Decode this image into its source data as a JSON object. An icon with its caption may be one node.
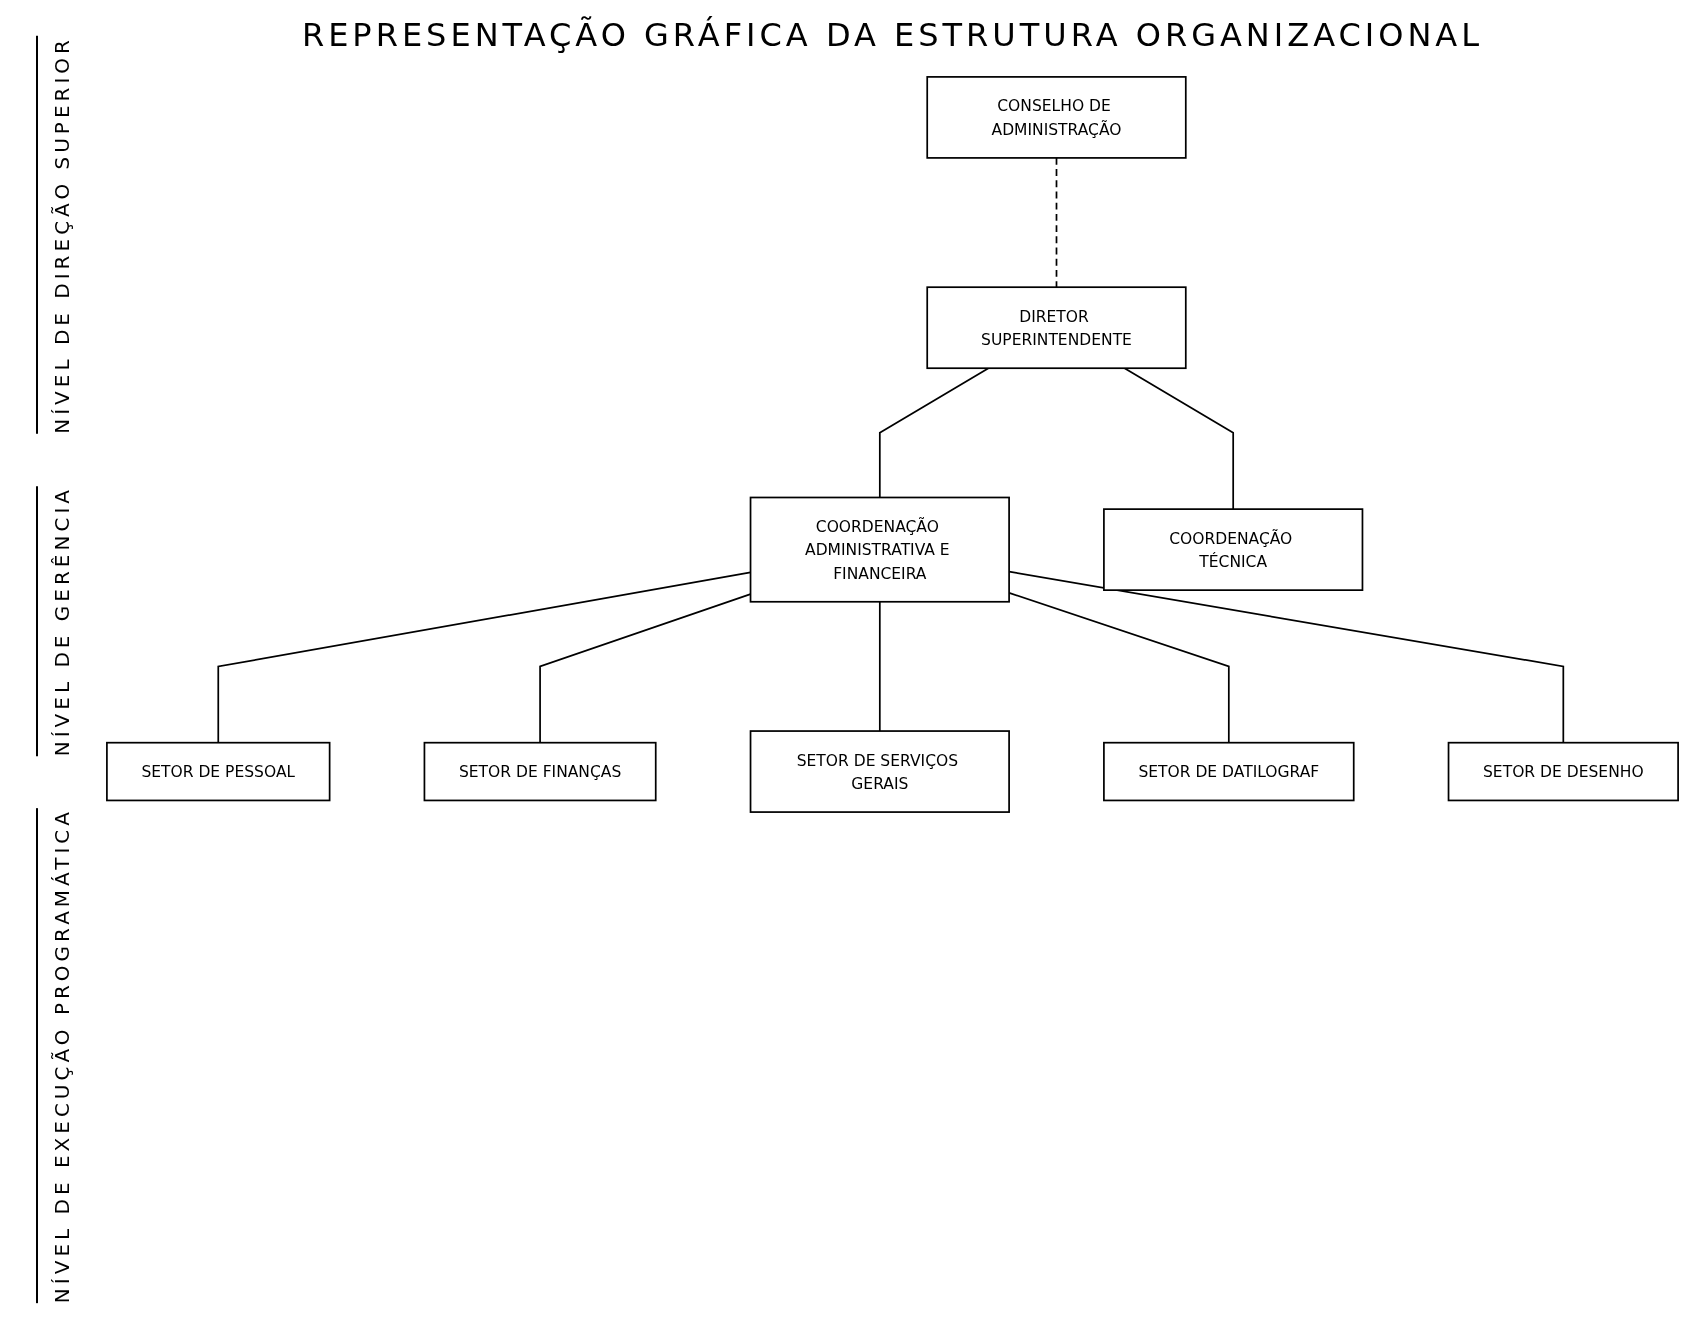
{
  "diagram": {
    "title": "REPRESENTAÇÃO GRÁFICA DA ESTRUTURA ORGANIZACIONAL",
    "nodes": [
      {
        "text": [
          "CONSELHO DE ADMINISTRAÇÃO"
        ]
      },
      {
        "text": [
          "DIRETOR SUPERINTENDENTE"
        ]
      },
      {
        "text": [
          "COORDENAÇÃO ADMINISTRATIVA E FINANCEIRA"
        ]
      },
      {
        "text": [
          "COORDENAÇÃO TÉCNICA"
        ]
      },
      {
        "text": [
          "SETOR DE PESSOAL"
        ]
      },
      {
        "text": [
          "SETOR DE FINANÇAS"
        ]
      },
      {
        "text": [
          "SETOR DE SERVIÇOS GERAIS"
        ]
      },
      {
        "text": [
          "SETOR DE DATILOGRAF"
        ]
      },
      {
        "text": [
          "SETOR DE DESENHO"
        ]
      }
    ],
    "edges": [
      {
        "from": 0,
        "to": 1,
        "arrow": "none",
        "style": "dashed"
      },
      {
        "from": 1,
        "to": 2,
        "arrow": "none"
      },
      {
        "from": 1,
        "to": 3,
        "arrow": "none"
      },
      {
        "from": 2,
        "to": 4,
        "arrow": "none"
      },
      {
        "from": 2,
        "to": 5,
        "arrow": "none"
      },
      {
        "from": 2,
        "to": 6,
        "arrow": "none"
      },
      {
        "from": 2,
        "to": 7,
        "arrow": "none"
      },
      {
        "from": 2,
        "to": 8,
        "arrow": "none"
      }
    ],
    "labels": [
      "NÍVEL DE DIREÇÃO SUPERIOR",
      "NÍVEL DE GERÊNCIA",
      "NÍVEL DE EXECUÇÃO PROGRAMÁTICA"
    ]
  }
}
